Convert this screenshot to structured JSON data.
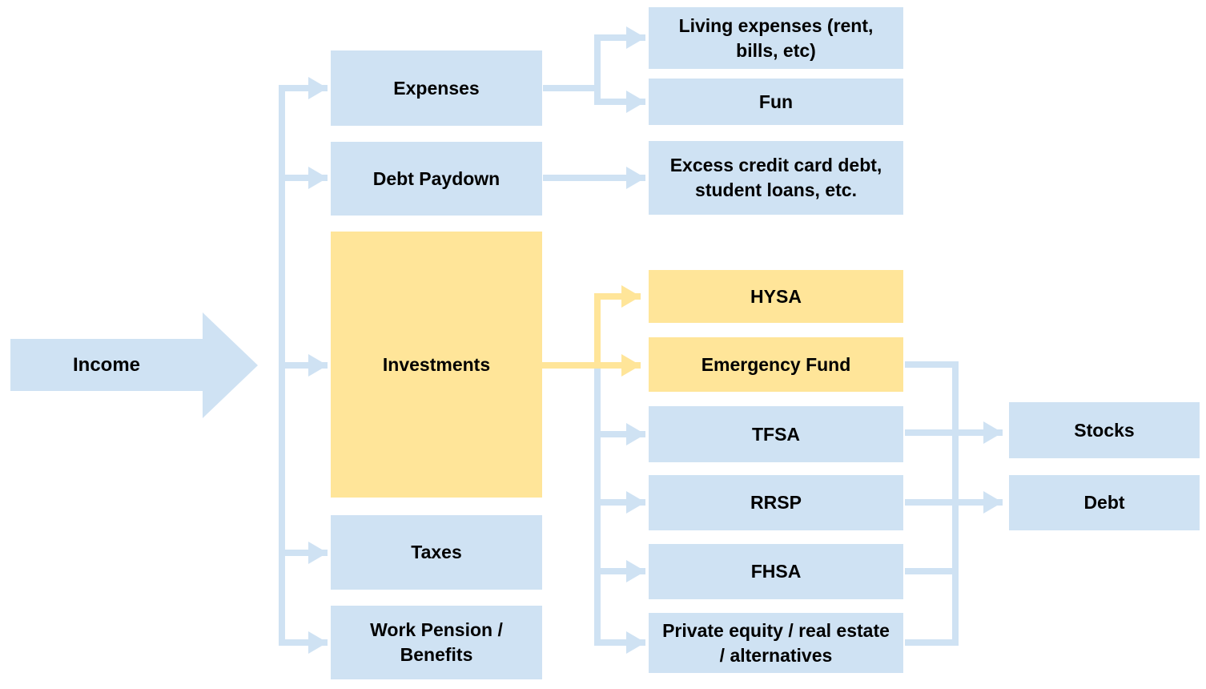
{
  "diagram": {
    "type": "flowchart",
    "title": "Income allocation flow",
    "colors": {
      "background": "#ffffff",
      "box_blue": "#cfe2f3",
      "box_yellow": "#ffe599",
      "connector_blue": "#cfe2f3",
      "connector_yellow": "#ffe599",
      "text": "#000000"
    },
    "nodes": {
      "income": {
        "label": "Income",
        "color": "blue",
        "shape": "arrow-right"
      },
      "expenses": {
        "label": "Expenses",
        "color": "blue"
      },
      "debt_paydown": {
        "label": "Debt Paydown",
        "color": "blue"
      },
      "investments": {
        "label": "Investments",
        "color": "yellow"
      },
      "taxes": {
        "label": "Taxes",
        "color": "blue"
      },
      "work_pension": {
        "label": "Work Pension / Benefits",
        "color": "blue"
      },
      "living_expenses": {
        "label": "Living expenses (rent, bills, etc)",
        "color": "blue"
      },
      "fun": {
        "label": "Fun",
        "color": "blue"
      },
      "excess_debt": {
        "label": "Excess credit card debt, student loans, etc.",
        "color": "blue"
      },
      "hysa": {
        "label": "HYSA",
        "color": "yellow"
      },
      "emergency_fund": {
        "label": "Emergency Fund",
        "color": "yellow"
      },
      "tfsa": {
        "label": "TFSA",
        "color": "blue"
      },
      "rrsp": {
        "label": "RRSP",
        "color": "blue"
      },
      "fhsa": {
        "label": "FHSA",
        "color": "blue"
      },
      "private_equity": {
        "label": "Private equity / real estate / alternatives",
        "color": "blue"
      },
      "stocks": {
        "label": "Stocks",
        "color": "blue"
      },
      "debt": {
        "label": "Debt",
        "color": "blue"
      }
    },
    "edges": [
      {
        "from": "income",
        "to": "expenses",
        "color": "blue"
      },
      {
        "from": "income",
        "to": "debt_paydown",
        "color": "blue"
      },
      {
        "from": "income",
        "to": "investments",
        "color": "blue"
      },
      {
        "from": "income",
        "to": "taxes",
        "color": "blue"
      },
      {
        "from": "income",
        "to": "work_pension",
        "color": "blue"
      },
      {
        "from": "expenses",
        "to": "living_expenses",
        "color": "blue"
      },
      {
        "from": "expenses",
        "to": "fun",
        "color": "blue"
      },
      {
        "from": "debt_paydown",
        "to": "excess_debt",
        "color": "blue"
      },
      {
        "from": "investments",
        "to": "hysa",
        "color": "yellow"
      },
      {
        "from": "investments",
        "to": "emergency_fund",
        "color": "yellow"
      },
      {
        "from": "investments",
        "to": "tfsa",
        "color": "blue"
      },
      {
        "from": "investments",
        "to": "rrsp",
        "color": "blue"
      },
      {
        "from": "investments",
        "to": "fhsa",
        "color": "blue"
      },
      {
        "from": "investments",
        "to": "private_equity",
        "color": "blue"
      },
      {
        "from": "emergency_fund",
        "to": "right_bus",
        "color": "blue"
      },
      {
        "from": "tfsa",
        "to": "right_bus",
        "color": "blue"
      },
      {
        "from": "rrsp",
        "to": "right_bus",
        "color": "blue"
      },
      {
        "from": "fhsa",
        "to": "right_bus",
        "color": "blue"
      },
      {
        "from": "private_equity",
        "to": "right_bus",
        "color": "blue"
      },
      {
        "from": "right_bus",
        "to": "stocks",
        "color": "blue"
      },
      {
        "from": "right_bus",
        "to": "debt",
        "color": "blue"
      }
    ]
  }
}
